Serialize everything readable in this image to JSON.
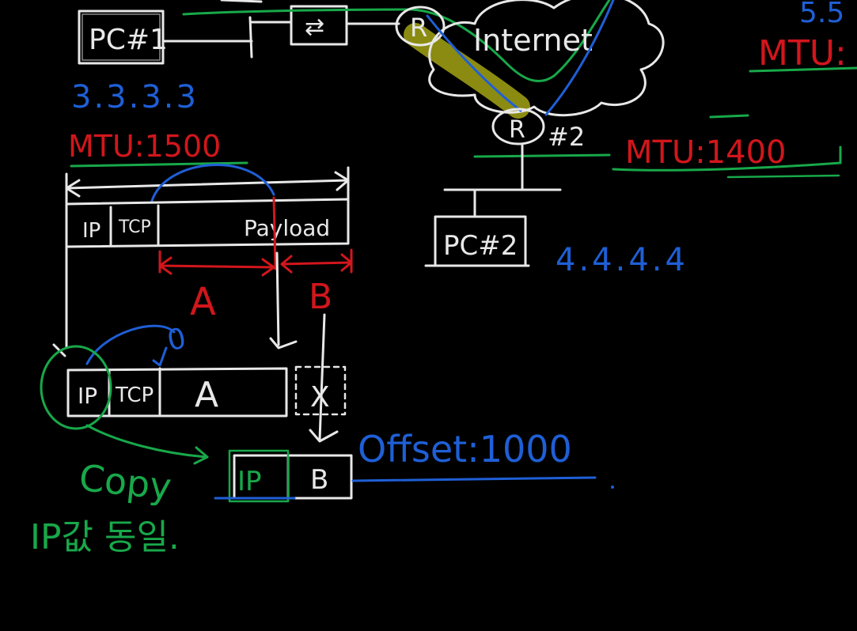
{
  "colors": {
    "background": "#000000",
    "ink_white": "#e8e8e8",
    "ink_blue": "#1f5fd6",
    "ink_red": "#d2161c",
    "ink_green": "#18a84a",
    "highlight": "#9a9a14"
  },
  "network": {
    "pc1_label": "PC#1",
    "pc1_ip": "3.3.3.3",
    "pc1_mtu": "MTU:1500",
    "switch_symbol": "⇄",
    "router1_label": "R",
    "cloud_label": "Internet",
    "router2_label": "R",
    "router2_suffix": "#2",
    "router2_mtu": "MTU:1400",
    "pc2_label": "PC#2",
    "pc2_ip": "4.4.4.4",
    "partial_top_right_ip": "5.5",
    "partial_top_right_mtu": "MTU:"
  },
  "packet": {
    "header_ip": "IP",
    "header_tcp": "TCP",
    "payload_label": "Payload",
    "segment_a": "A",
    "segment_b": "B",
    "zero_mark": "0",
    "fragment1_ip": "IP",
    "fragment1_tcp": "TCP",
    "fragment1_data": "A",
    "fragment1_x": "X",
    "fragment2_ip": "IP",
    "fragment2_data": "B",
    "offset_note": "Offset:1000",
    "copy_note": "Copy",
    "korean_note": "IP값 동일."
  }
}
